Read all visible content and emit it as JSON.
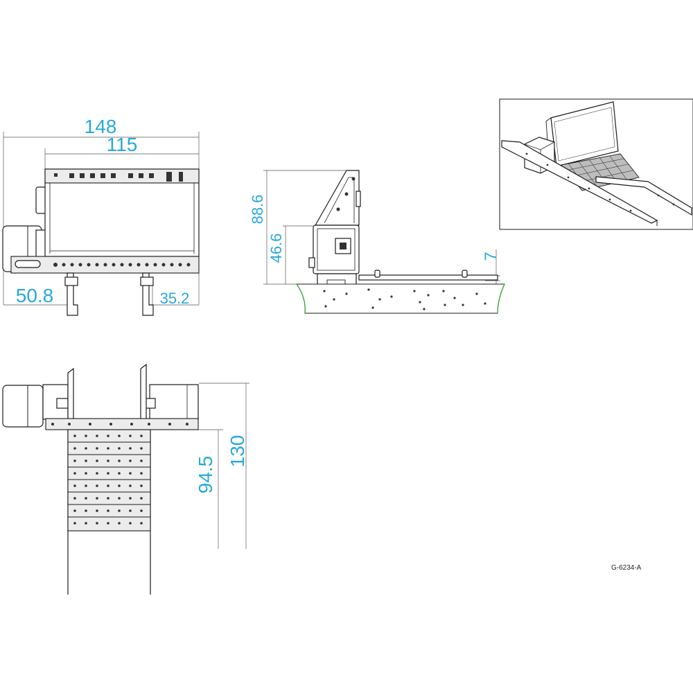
{
  "colors": {
    "dimension_text": "#29a8d9",
    "line": "#1a1a1a",
    "ground_edge": "#3ea83e"
  },
  "dimensions": {
    "front_view": {
      "overall_width": "148",
      "frame_width": "115",
      "left_overhang": "50.8",
      "right_overhang": "35.2"
    },
    "side_view": {
      "overall_height": "88.6",
      "box_height": "46.6",
      "rail_height": "7"
    },
    "top_view": {
      "overall_depth": "130",
      "ladder_depth": "94.5"
    }
  },
  "drawing_reference": "G-6234-A"
}
